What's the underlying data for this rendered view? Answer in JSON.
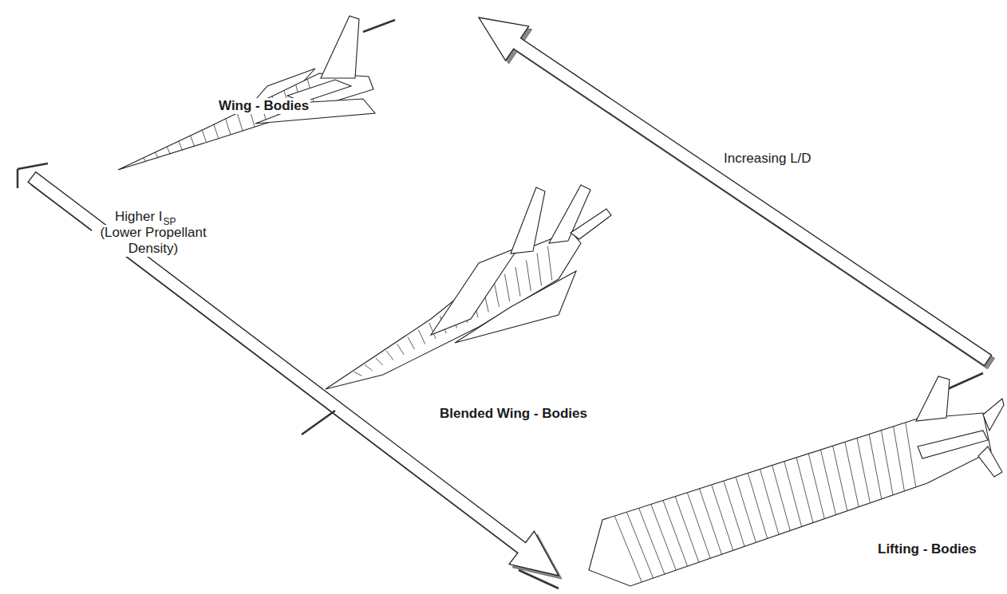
{
  "diagram": {
    "labels": [
      "Wing - Bodies",
      "Increasing L/D",
      "Higher I",
      "SP",
      "(Lower Propellant Density)",
      "Blended Wing - Bodies",
      "Lifting - Bodies"
    ]
  }
}
